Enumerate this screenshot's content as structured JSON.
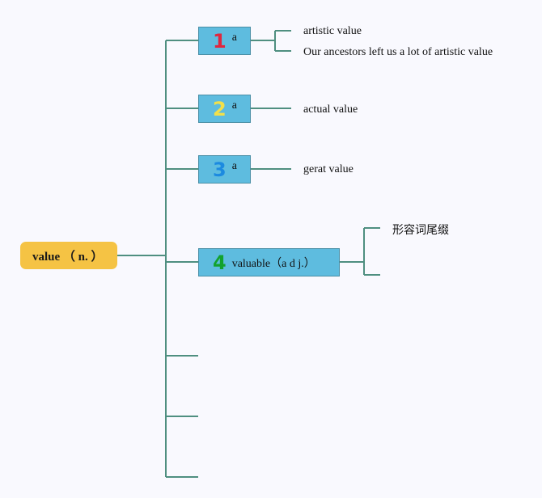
{
  "root": {
    "label": "value （ n. ）"
  },
  "topics": [
    {
      "number": "1",
      "number_color": "#e0263e",
      "label": "a",
      "children": [
        "artistic value",
        "Our ancestors left us a lot of artistic value"
      ]
    },
    {
      "number": "2",
      "number_color": "#f2e04a",
      "label": "a",
      "children": [
        "actual value"
      ]
    },
    {
      "number": "3",
      "number_color": "#1c8ae0",
      "label": "a",
      "children": [
        "gerat value"
      ]
    },
    {
      "number": "4",
      "number_color": "#12a22e",
      "label": "valuable（a d j.）",
      "children": [
        "形容词尾缀",
        ""
      ]
    }
  ],
  "colors": {
    "line": "#4f8f80",
    "root_fill": "#f5c344",
    "topic_fill": "#5ebcdf"
  }
}
